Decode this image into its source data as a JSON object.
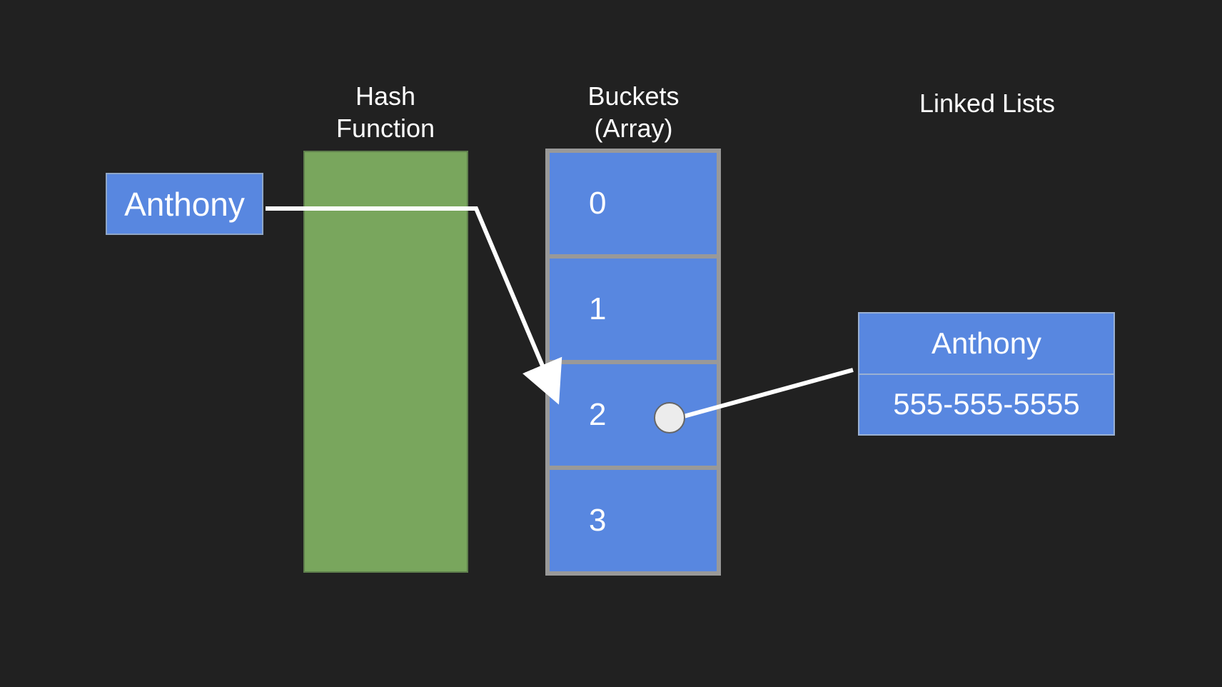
{
  "labels": {
    "hash_function": "Hash\nFunction",
    "buckets": "Buckets\n(Array)",
    "linked_lists": "Linked Lists"
  },
  "key": "Anthony",
  "buckets": [
    "0",
    "1",
    "2",
    "3"
  ],
  "linked_list_node": {
    "name": "Anthony",
    "phone": "555-555-5555"
  },
  "colors": {
    "background": "#212121",
    "box_blue": "#5887e0",
    "hash_green": "#79a65d",
    "array_border": "#999999",
    "arrow": "#ffffff"
  }
}
